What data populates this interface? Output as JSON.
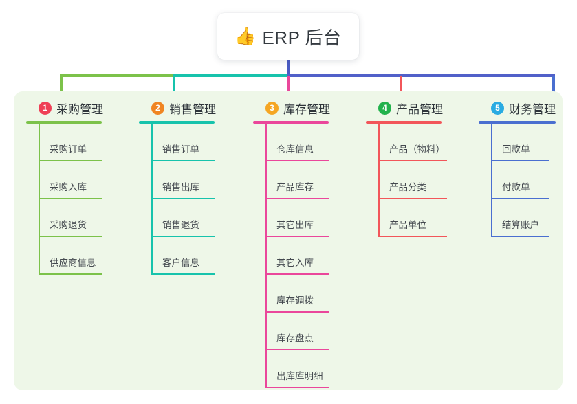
{
  "diagram": {
    "title": "ERP 后台 mindmap",
    "root": {
      "icon": "thumbs-up-icon",
      "emoji": "👍",
      "label": "ERP 后台"
    },
    "panel_color": "#eef7e8",
    "columns": [
      {
        "number": "1",
        "label": "采购管理",
        "badge_color": "#ef4056",
        "line_color": "#7cc24a",
        "children": [
          "采购订单",
          "采购入库",
          "采购退货",
          "供应商信息"
        ]
      },
      {
        "number": "2",
        "label": "销售管理",
        "badge_color": "#f08522",
        "line_color": "#17c3ac",
        "children": [
          "销售订单",
          "销售出库",
          "销售退货",
          "客户信息"
        ]
      },
      {
        "number": "3",
        "label": "库存管理",
        "badge_color": "#f5a623",
        "line_color": "#ea479b",
        "children": [
          "仓库信息",
          "产品库存",
          "其它出库",
          "其它入库",
          "库存调拨",
          "库存盘点",
          "出库库明细"
        ]
      },
      {
        "number": "4",
        "label": "产品管理",
        "badge_color": "#22b24c",
        "line_color": "#f2565a",
        "children": [
          "产品（物料）",
          "产品分类",
          "产品单位"
        ]
      },
      {
        "number": "5",
        "label": "财务管理",
        "badge_color": "#29abe2",
        "line_color": "#4a6fd0",
        "children": [
          "回款单",
          "付款单",
          "结算账户"
        ]
      }
    ],
    "connector_colors": {
      "root_stem": "#4a5bc4",
      "segment_green": "#7cc24a",
      "segment_teal": "#17c3ac",
      "segment_blue": "#5160c9",
      "drop_pink": "#ea479b",
      "drop_red": "#f2565a",
      "drop_blue": "#4a6fd0"
    }
  }
}
